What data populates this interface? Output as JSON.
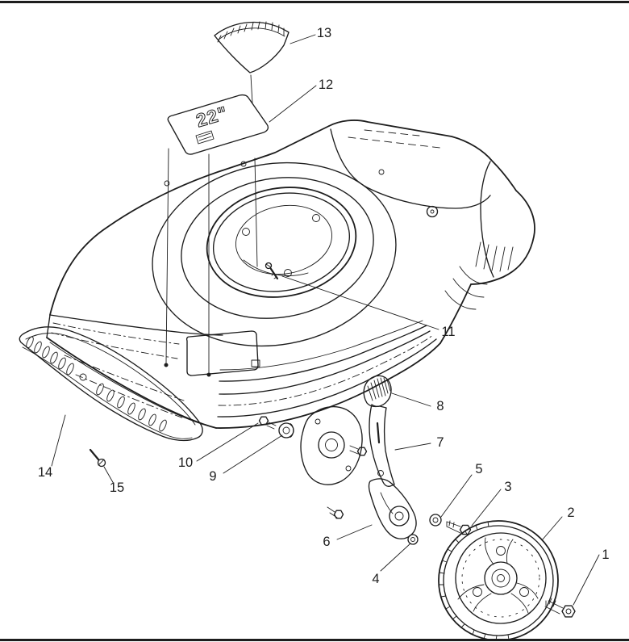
{
  "page": {
    "background_color": "#ffffff",
    "line_color": "#1d1d1d"
  },
  "diagram": {
    "decal": {
      "text": "22\""
    },
    "callouts": [
      {
        "label": "1"
      },
      {
        "label": "2"
      },
      {
        "label": "3"
      },
      {
        "label": "4"
      },
      {
        "label": "5"
      },
      {
        "label": "6"
      },
      {
        "label": "7"
      },
      {
        "label": "8"
      },
      {
        "label": "9"
      },
      {
        "label": "10"
      },
      {
        "label": "11"
      },
      {
        "label": "12"
      },
      {
        "label": "13"
      },
      {
        "label": "14"
      },
      {
        "label": "15"
      }
    ]
  }
}
